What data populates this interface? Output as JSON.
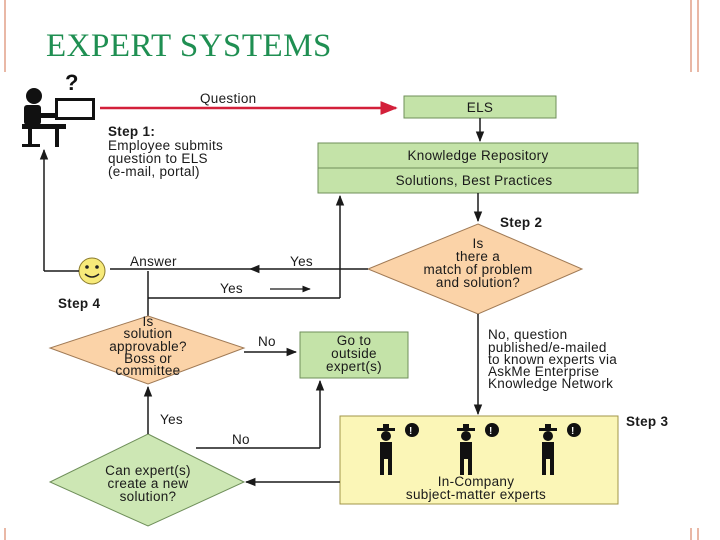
{
  "slide": {
    "title": "EXPERT SYSTEMS"
  },
  "diagram": {
    "question_label": "Question",
    "els": "ELS",
    "knowledge_repository": "Knowledge Repository",
    "solutions": "Solutions, Best Practices",
    "step1": {
      "heading": "Step 1:",
      "lines": [
        "Employee submits",
        "question to ELS",
        "(e-mail, portal)"
      ]
    },
    "step2": "Step 2",
    "step3": "Step 3",
    "step4": "Step 4",
    "match_decision": [
      "Is",
      "there a",
      "match of problem",
      "and solution?"
    ],
    "answer_label": "Answer",
    "yes_match": "Yes",
    "yes_return": "Yes",
    "no_branch": [
      "No, question",
      "published/e-mailed",
      "to known experts via",
      "AskMe Enterprise",
      "Knowledge Network"
    ],
    "approvable_decision": [
      "Is",
      "solution",
      "approvable?",
      "Boss or",
      "committee"
    ],
    "approvable_no": "No",
    "outside_expert": [
      "Go to",
      "outside",
      "expert(s)"
    ],
    "can_expert_decision": [
      "Can expert(s)",
      "create a new",
      "solution?"
    ],
    "can_expert_yes": "Yes",
    "can_expert_no": "No",
    "experts_box": [
      "In-Company",
      "subject-matter experts"
    ]
  },
  "colors": {
    "title": "#1f8f52",
    "green_box": "#c4e3a8",
    "diamond_orange": "#fbd3a8",
    "diamond_green": "#cde7b4",
    "experts_box": "#fbf6b7",
    "question_arrow": "#d3203a"
  }
}
